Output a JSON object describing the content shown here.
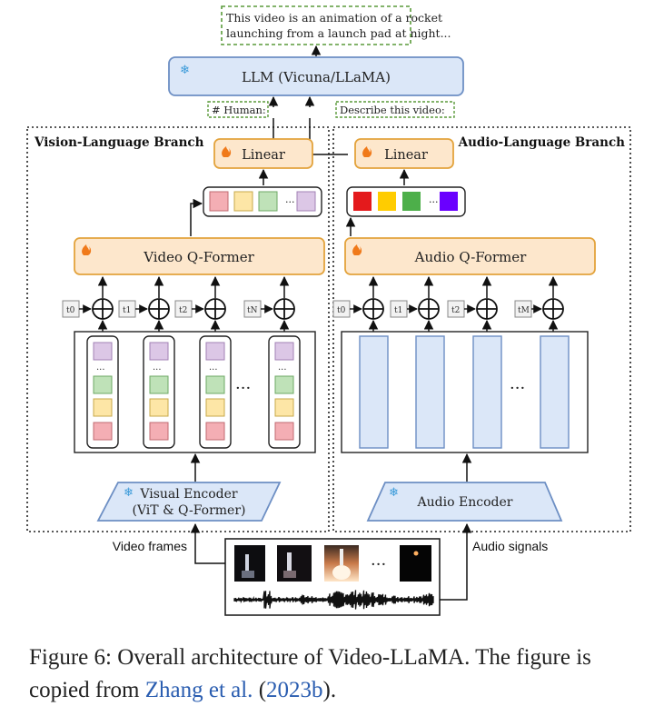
{
  "diagram": {
    "output_text": [
      "This video is an animation of a rocket",
      "launching from a launch pad at night..."
    ],
    "llm_label": "LLM (Vicuna/LLaMA)",
    "human_prompt": "# Human:",
    "describe_prompt": "Describe this video:",
    "vision_branch_title": "Vision-Language Branch",
    "audio_branch_title": "Audio-Language Branch",
    "linear_label": "Linear",
    "video_qformer_label": "Video Q-Former",
    "audio_qformer_label": "Audio Q-Former",
    "visual_encoder_label_1": "Visual Encoder",
    "visual_encoder_label_2": "(ViT & Q-Former)",
    "audio_encoder_label": "Audio Encoder",
    "video_frames_label": "Video frames",
    "audio_signals_label": "Audio signals",
    "ellipsis": "...",
    "ellipsis_small": "···",
    "video_pos_labels": [
      "t0",
      "t1",
      "t2",
      "tN"
    ],
    "audio_pos_labels": [
      "t0",
      "t1",
      "t2",
      "tM"
    ],
    "colors": {
      "frozen_box": "#dbe7f8",
      "frozen_border": "#6d8fc4",
      "trainable_box": "#fde7cc",
      "trainable_border": "#e3a33c",
      "dashed_green": "#5a9a3a",
      "snowflake": "#3a9ad9",
      "flame": "#f07a1a",
      "video_tokens": [
        "#f4aeb4",
        "#fde6a6",
        "#bfe2b8",
        "#dcc7e6"
      ],
      "audio_tokens": [
        "#e41a1c",
        "#ffcc00",
        "#4daf4a",
        "#6a00ff"
      ]
    }
  },
  "caption": {
    "prefix": "Figure 6: Overall architecture of Video-LLaMA. The figure is copied from ",
    "cite_author": "Zhang et al.",
    "cite_open": " (",
    "cite_year": "2023b",
    "cite_close": ")."
  }
}
